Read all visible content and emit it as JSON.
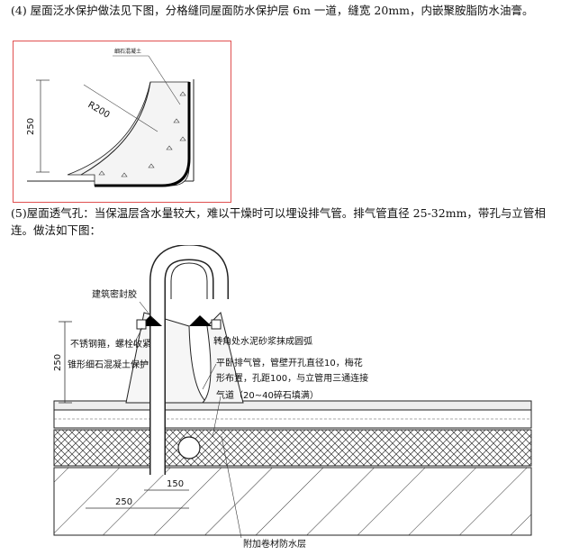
{
  "paragraphs": [
    "(4) 屋面泛水保护做法见下图，分格缝同屋面防水保护层 6m 一道，缝宽 20mm，内嵌聚胺脂防水油膏。",
    "(5)屋面透气孔：当保温层含水量较大，难以干燥时可以埋设排气管。排气管直径 25-32mm，带孔与立管相连。做法如下图："
  ],
  "figure1": {
    "label_top": "细石混凝土",
    "label_radius": "R200",
    "dim_height": "250"
  },
  "figure2": {
    "label_sealant": "建筑密封胶",
    "label_hoop": "不锈钢箍，螺栓收紧",
    "label_cone": "锥形细石混凝土保护",
    "label_corner": "转角处水泥砂浆抹成圆弧",
    "label_pipe_line1": "平卧排气管，管壁开孔直径10，梅花",
    "label_pipe_line2": "形布置，孔距100，与立管用三通连接",
    "label_air": "气道（20~40碎石填满）",
    "label_membrane": "附加卷材防水层",
    "dim_250_vertical": "250",
    "dim_150": "150",
    "dim_250_horizontal": "250"
  }
}
